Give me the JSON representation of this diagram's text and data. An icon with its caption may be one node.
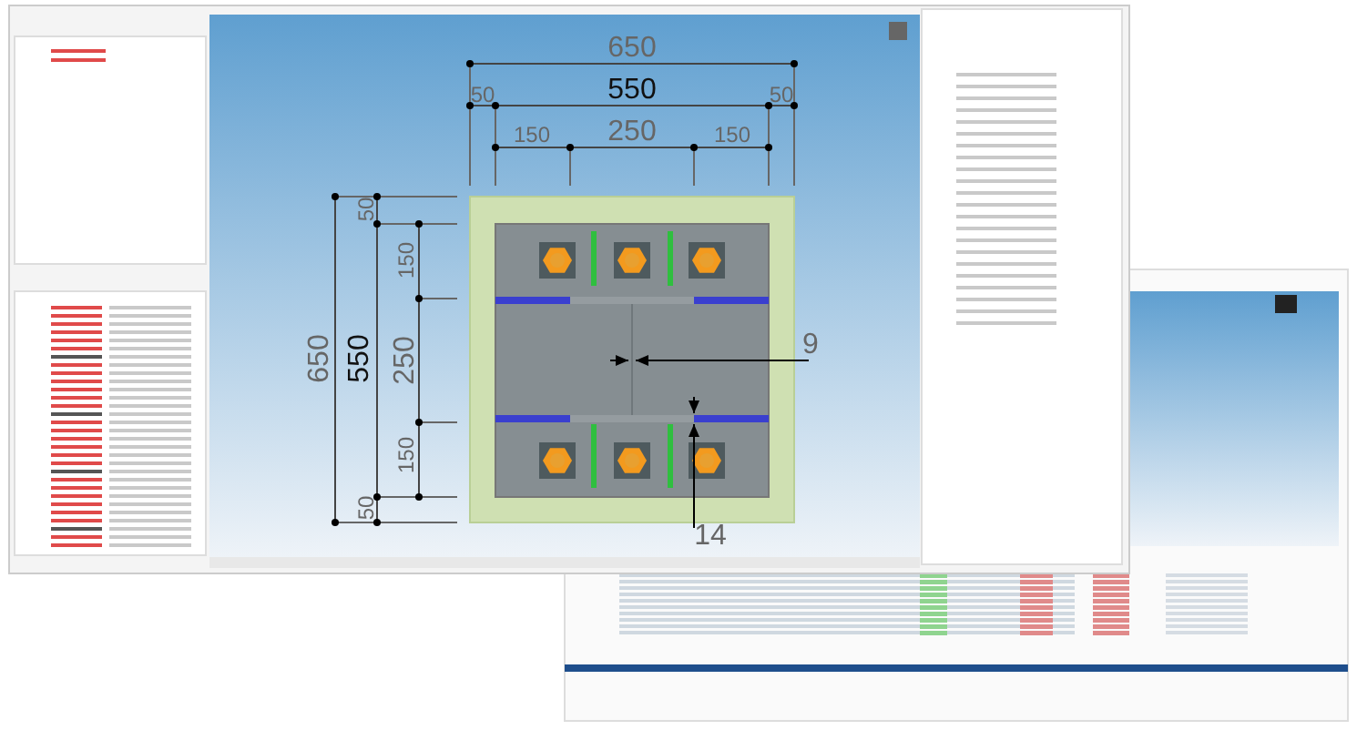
{
  "diagram": {
    "labels": [
      "650",
      "50",
      "550",
      "50",
      "150",
      "250",
      "150",
      "50",
      "150",
      "650",
      "550",
      "250",
      "9",
      "150",
      "50",
      "14"
    ]
  }
}
